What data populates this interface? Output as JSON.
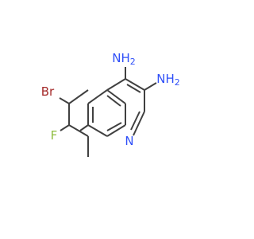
{
  "molecule": {
    "atoms": {
      "br": {
        "text": "Br",
        "color": "#a52a2a"
      },
      "f": {
        "text": "F",
        "color": "#8fbc3f"
      },
      "n_ring": {
        "text": "N",
        "color": "#3050f8"
      },
      "nh2_4": {
        "text": "NH",
        "sub": "2",
        "color": "#3050f8"
      },
      "nh2_3": {
        "text": "NH",
        "sub": "2",
        "color": "#3050f8"
      }
    },
    "bond_color": "#404040",
    "background": "#ffffff"
  }
}
